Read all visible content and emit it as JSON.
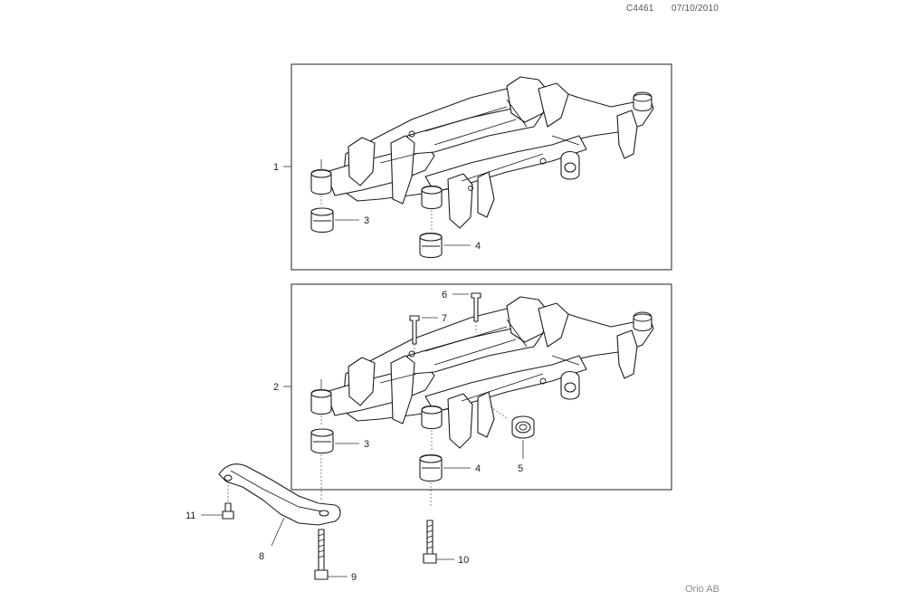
{
  "header": {
    "code": "C4461",
    "date": "07/10/2010"
  },
  "footer": {
    "brand": "Orio AB"
  },
  "callouts": [
    "1",
    "2",
    "3",
    "4",
    "5",
    "6",
    "7",
    "8",
    "9",
    "10",
    "11"
  ]
}
